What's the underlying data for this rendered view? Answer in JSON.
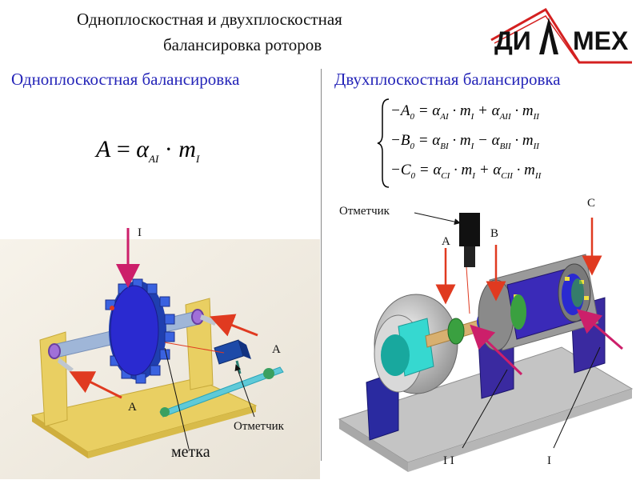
{
  "title": {
    "line1": "Одноплоскостная и двухплоскостная",
    "line2": "балансировка роторов"
  },
  "logo": {
    "left_text": "ДИ",
    "right_text": "МЕХ"
  },
  "left": {
    "heading": "Одноплоскостная балансировка",
    "formula": {
      "lhs": "A",
      "eq": " = ",
      "alpha": "α",
      "sub_alpha": "AI",
      "dot": " · ",
      "m": "m",
      "sub_m": "I"
    },
    "labels": {
      "plane": "I",
      "sensor_right": "А",
      "sensor_left": "А",
      "marker": "Отметчик",
      "mark": "метка"
    }
  },
  "right": {
    "heading": "Двухплоскостная балансировка",
    "equations": [
      {
        "lhs": "−A",
        "lhs_sub": "0",
        "t1": " = α",
        "t1_sub": "AI",
        "m1": " · m",
        "m1_sub": "I",
        "op": " + α",
        "t2_sub": "AII",
        "m2": " · m",
        "m2_sub": "II"
      },
      {
        "lhs": "−B",
        "lhs_sub": "0",
        "t1": " = α",
        "t1_sub": "BI",
        "m1": " · m",
        "m1_sub": "I",
        "op": " − α",
        "t2_sub": "BII",
        "m2": " · m",
        "m2_sub": "II"
      },
      {
        "lhs": "−C",
        "lhs_sub": "0",
        "t1": " = α",
        "t1_sub": "CI",
        "m1": " · m",
        "m1_sub": "I",
        "op": " + α",
        "t2_sub": "CII",
        "m2": " · m",
        "m2_sub": "II"
      }
    ],
    "labels": {
      "marker": "Отметчик",
      "sensor_a": "А",
      "sensor_b": "В",
      "sensor_c": "С",
      "plane_2": "I I",
      "plane_1": "I"
    }
  },
  "colors": {
    "heading": "#2424b8",
    "logo_red": "#d42020",
    "arrow_magenta": "#cc1f6a",
    "arrow_red": "#e03a20",
    "base_yellow": "#e9cf62",
    "rotor_blue": "#2a2ad0",
    "shaft": "#9fb6d8"
  }
}
